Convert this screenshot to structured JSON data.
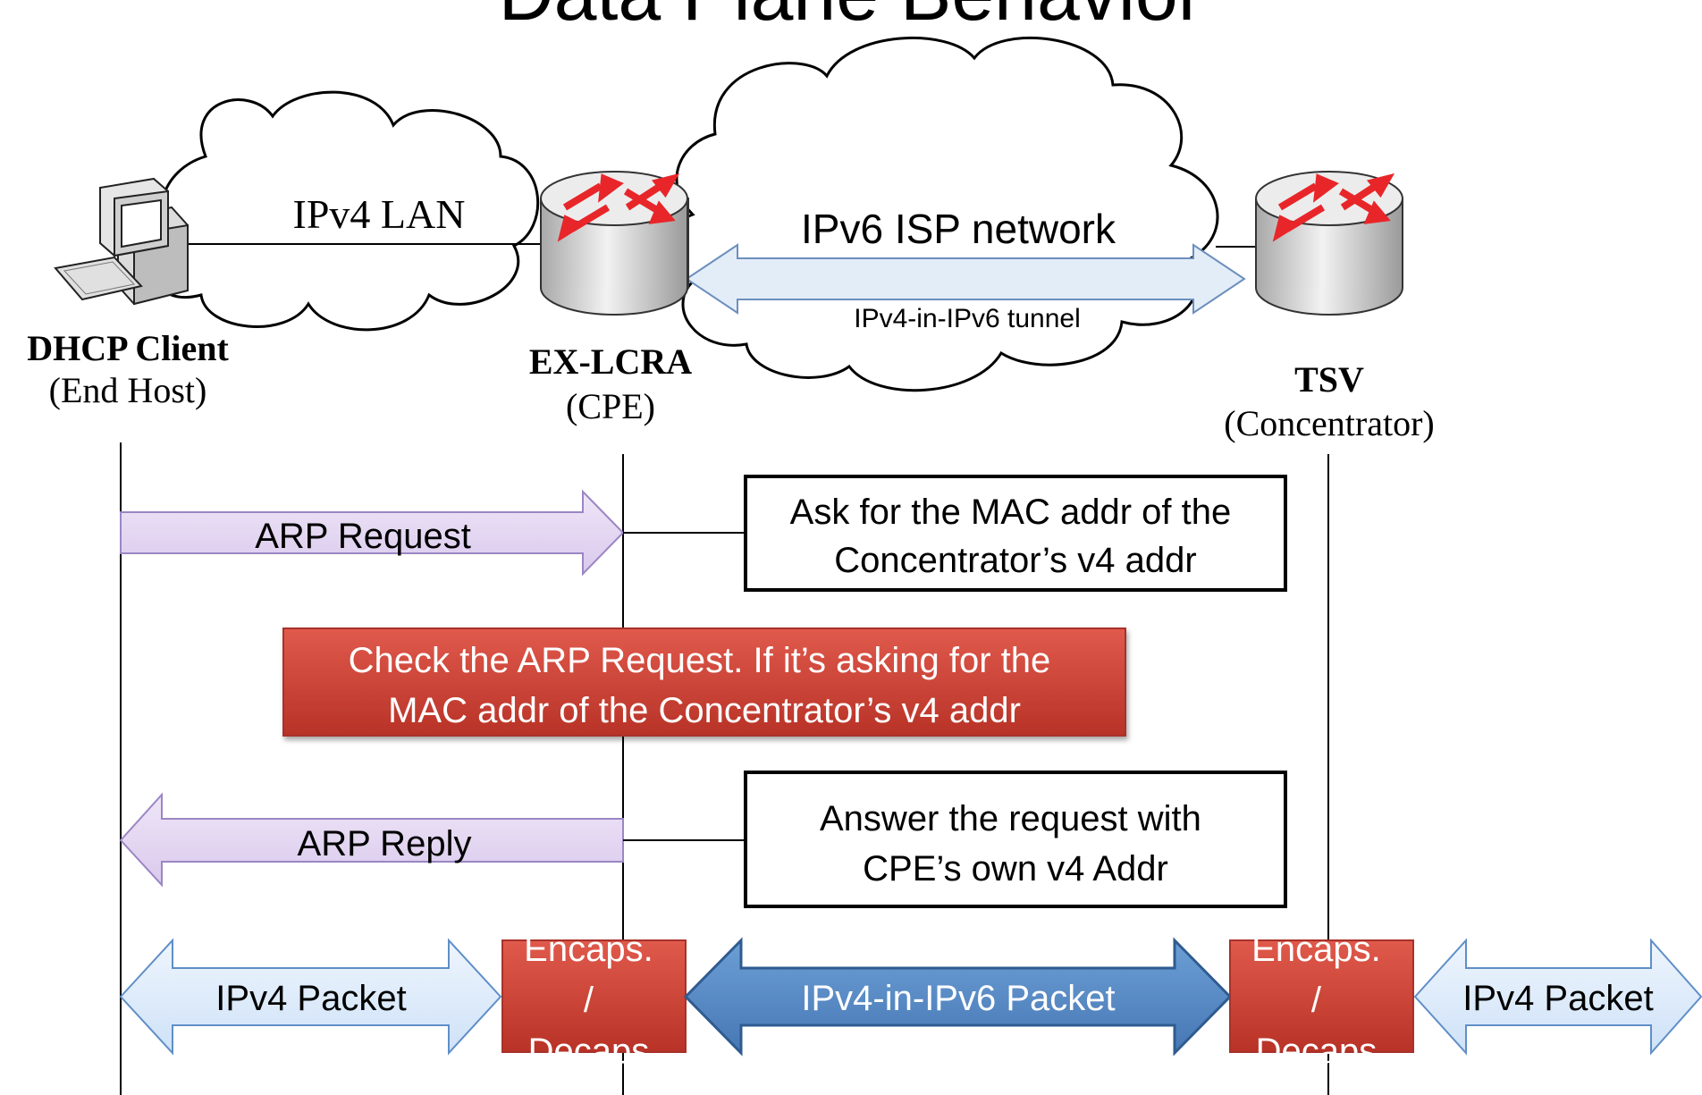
{
  "title": "Data Plane Behavior",
  "network": {
    "lan_label": "IPv4 LAN",
    "isp_label": "IPv6 ISP network",
    "tunnel_label": "IPv4-in-IPv6 tunnel"
  },
  "nodes": {
    "client": {
      "name": "DHCP Client",
      "role": "(End Host)"
    },
    "cpe": {
      "name": "EX-LCRA",
      "role": "(CPE)"
    },
    "tsv": {
      "name": "TSV",
      "role": "(Concentrator)"
    }
  },
  "messages": {
    "arp_request": "ARP Request",
    "arp_reply": "ARP Reply"
  },
  "notes": {
    "request_note": [
      "Ask for the MAC addr of the",
      "Concentrator’s v4 addr"
    ],
    "check_note": [
      "Check the ARP Request. If it’s asking for the",
      "MAC addr of the Concentrator’s v4 addr"
    ],
    "reply_note": [
      "Answer the request with",
      "CPE’s own v4 Addr"
    ]
  },
  "packets": {
    "lan_packet": "IPv4 Packet",
    "tunnel_packet": "IPv4-in-IPv6 Packet",
    "far_packet": "IPv4 Packet",
    "encap_lines": [
      "Encaps.",
      "/",
      "Decaps."
    ]
  },
  "colors": {
    "router_arrow": "#e8262a",
    "lilac_arrow": "#e4d8f2",
    "lilac_stroke": "#9b86c4",
    "light_blue_arrow": "#d8e9fb",
    "light_blue_stroke": "#5f8fc7",
    "dark_blue_arrow": "#5b8ec8",
    "dark_blue_stroke": "#2f5b90",
    "red_box": "#d04a3e",
    "red_box_stroke": "#b0352c"
  }
}
